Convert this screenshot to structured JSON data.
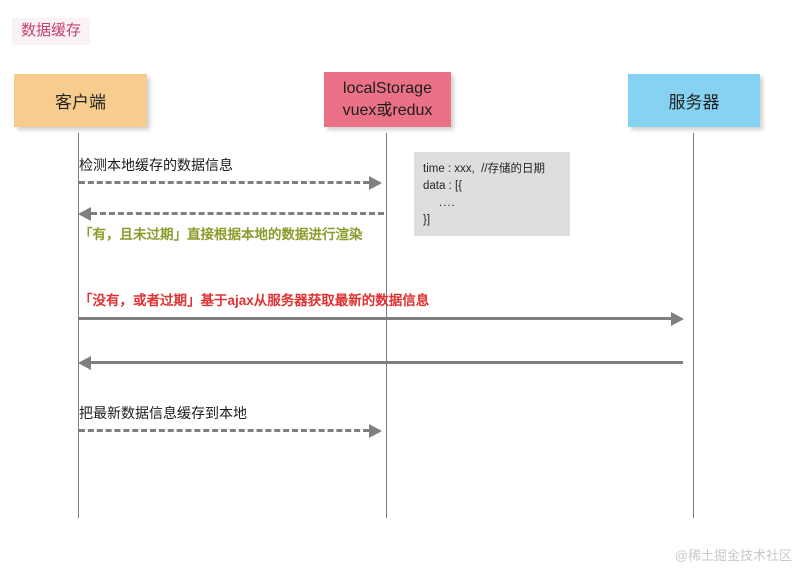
{
  "diagram": {
    "title": "数据缓存",
    "actors": [
      {
        "id": "client",
        "label": "客户端",
        "color": "#f8cc8c"
      },
      {
        "id": "storage",
        "line1": "localStorage",
        "line2": "vuex或redux",
        "color": "#ea7186"
      },
      {
        "id": "server",
        "label": "服务器",
        "color": "#86d2f2"
      }
    ],
    "messages": [
      {
        "id": "m1",
        "label": "检测本地缓存的数据信息",
        "style": "dashed",
        "direction": "right",
        "from": "client",
        "to": "storage",
        "color": "#1b1b1b"
      },
      {
        "id": "m2",
        "label": "「有，且未过期」直接根据本地的数据进行渲染",
        "style": "dashed",
        "direction": "left",
        "from": "storage",
        "to": "client",
        "color": "#8d9b2c"
      },
      {
        "id": "m3",
        "label": "「没有，或者过期」基于ajax从服务器获取最新的数据信息",
        "style": "solid",
        "direction": "right",
        "from": "client",
        "to": "server",
        "color": "#e03131"
      },
      {
        "id": "m4",
        "label": "",
        "style": "solid",
        "direction": "left",
        "from": "server",
        "to": "client",
        "color": "#7f7f7f"
      },
      {
        "id": "m5",
        "label": "把最新数据信息缓存到本地",
        "style": "dashed",
        "direction": "right",
        "from": "client",
        "to": "storage",
        "color": "#1b1b1b"
      }
    ],
    "note": {
      "lines": [
        "time : xxx,  //存储的日期",
        "data : [{",
        "....",
        "}]"
      ]
    },
    "watermark": "@稀土掘金技术社区",
    "colors": {
      "client_box": "#f8cc8c",
      "storage_box": "#ea7186",
      "server_box": "#86d2f2",
      "note_bg": "#dedede",
      "arrow": "#7f7f7f",
      "lifeline": "#7d7d7d",
      "title_text": "#c2436b",
      "green_text": "#8d9b2c",
      "red_text": "#e03131"
    }
  }
}
